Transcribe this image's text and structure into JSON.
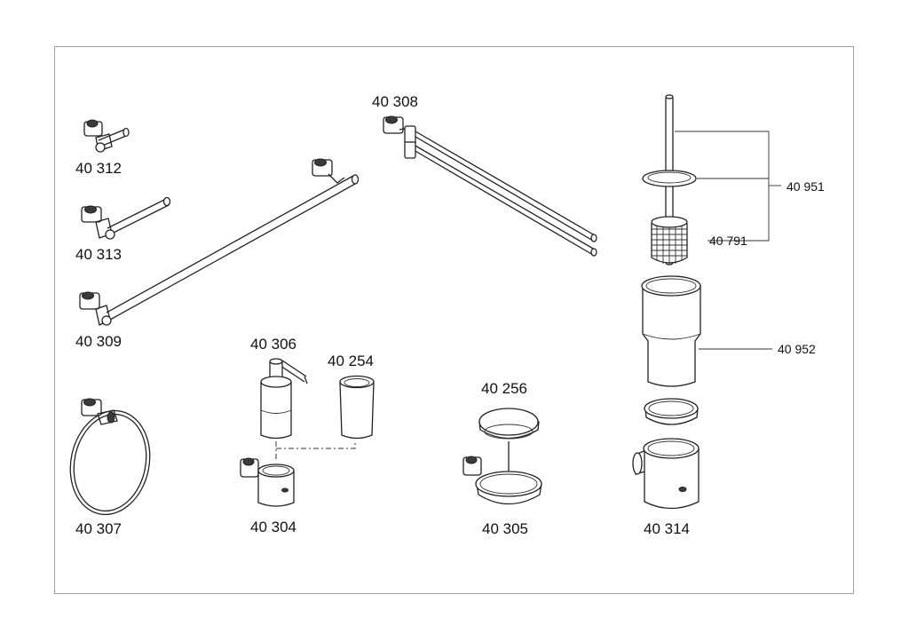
{
  "labels": {
    "p40312": "40 312",
    "p40313": "40 313",
    "p40309": "40 309",
    "p40307": "40 307",
    "p40308": "40 308",
    "p40306": "40 306",
    "p40254": "40 254",
    "p40304": "40 304",
    "p40256": "40 256",
    "p40305": "40 305",
    "p40314": "40 314",
    "p40951": "40 951",
    "p40791": "40 791",
    "p40952": "40 952"
  }
}
